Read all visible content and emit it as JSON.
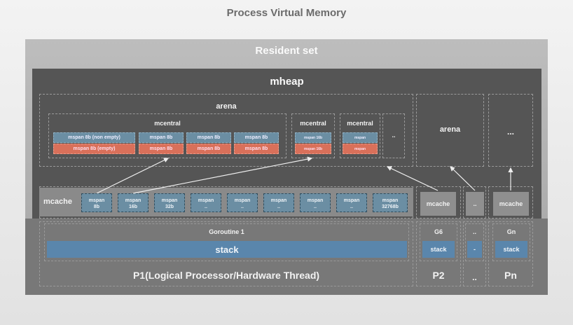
{
  "title": "Process Virtual Memory",
  "resident_set": {
    "label": "Resident set"
  },
  "mheap": {
    "label": "mheap",
    "arena_main": {
      "label": "arena",
      "mcentrals": [
        {
          "label": "mcentral",
          "columns": [
            {
              "non_empty": "mspan 8b (non empty)",
              "empty": "mspan 8b (empty)"
            },
            {
              "non_empty": "mspan 8b",
              "empty": "mspan 8b"
            },
            {
              "non_empty": "mspan 8b",
              "empty": "mspan 8b"
            },
            {
              "non_empty": "mspan 8b",
              "empty": "mspan 8b"
            }
          ]
        },
        {
          "label": "mcentral",
          "columns": [
            {
              "non_empty": "mspan 16b",
              "empty": "mspan 16b"
            }
          ]
        },
        {
          "label": "mcentral",
          "columns": [
            {
              "non_empty": "mspan",
              "empty": "mspan"
            }
          ]
        }
      ],
      "more_label": ".."
    },
    "arena_2": {
      "label": "arena"
    },
    "arena_more": {
      "label": "..."
    }
  },
  "mcache": {
    "label": "mcache",
    "spans": [
      {
        "line1": "mspan",
        "line2": "8b"
      },
      {
        "line1": "mspan",
        "line2": "16b"
      },
      {
        "line1": "mspan",
        "line2": "32b"
      },
      {
        "line1": "mspan",
        "line2": ".."
      },
      {
        "line1": "mspan",
        "line2": ".."
      },
      {
        "line1": "mspan",
        "line2": ".."
      },
      {
        "line1": "mspan",
        "line2": ".."
      },
      {
        "line1": "mspan",
        "line2": ".."
      },
      {
        "line1": "mspan",
        "line2": "32768b"
      }
    ],
    "p2_label": "mcache",
    "pdots_label": "..",
    "pn_label": "mcache"
  },
  "processors": {
    "p1": {
      "goroutine": "Goroutine 1",
      "stack": "stack",
      "label": "P1(Logical Processor/Hardware Thread)"
    },
    "p2": {
      "goroutine": "G6",
      "stack": "stack",
      "label": "P2"
    },
    "pdots": {
      "goroutine": "..",
      "stack": "-",
      "label": ".."
    },
    "pn": {
      "goroutine": "Gn",
      "stack": "stack",
      "label": "Pn"
    }
  },
  "colors": {
    "mspan_non_empty": "#6b8ea3",
    "mspan_empty": "#d9705a",
    "stack": "#5a86ac",
    "mheap_bg": "#555555"
  }
}
